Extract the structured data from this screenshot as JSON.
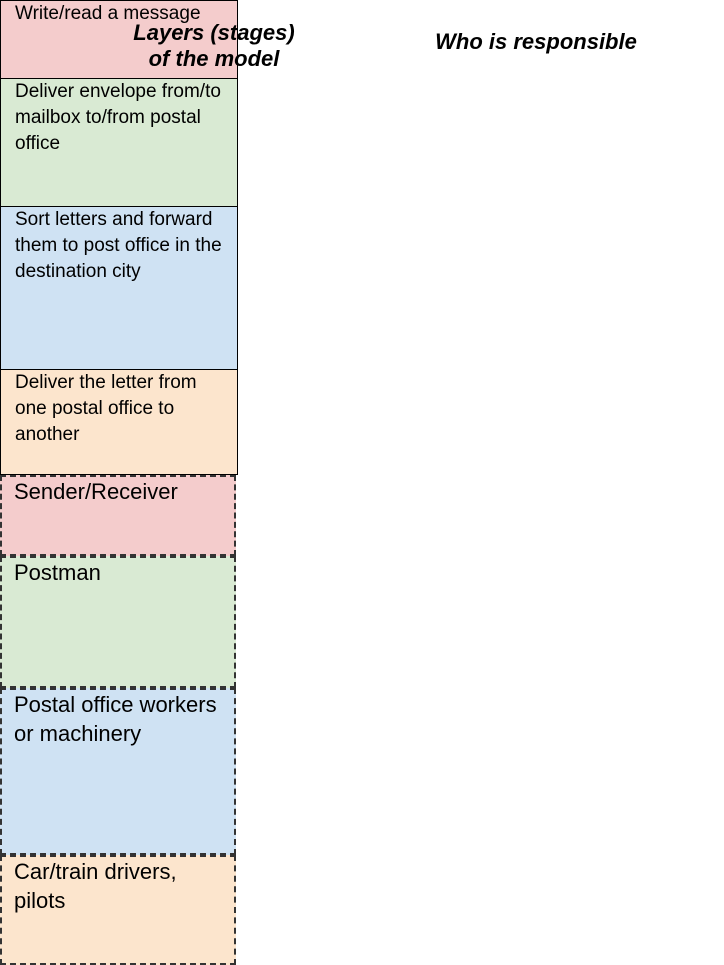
{
  "left_column": {
    "title": "Layers (stages)\nof the model",
    "layers": [
      {
        "text": "Write/read a message",
        "color": "#f4cccc"
      },
      {
        "text": "Deliver envelope from/to mailbox to/from postal office",
        "color": "#d9ead3"
      },
      {
        "text": "Sort letters and forward them to post office in the destination city",
        "color": "#cfe2f3"
      },
      {
        "text": "Deliver the letter from one postal office to another",
        "color": "#fce5cd"
      }
    ]
  },
  "right_column": {
    "title": "Who is responsible",
    "roles": [
      {
        "text": "Sender/Receiver",
        "color": "#f4cccc"
      },
      {
        "text": "Postman",
        "color": "#d9ead3"
      },
      {
        "text": "Postal office workers or machinery",
        "color": "#cfe2f3"
      },
      {
        "text": "Car/train drivers, pilots",
        "color": "#fce5cd"
      }
    ]
  }
}
